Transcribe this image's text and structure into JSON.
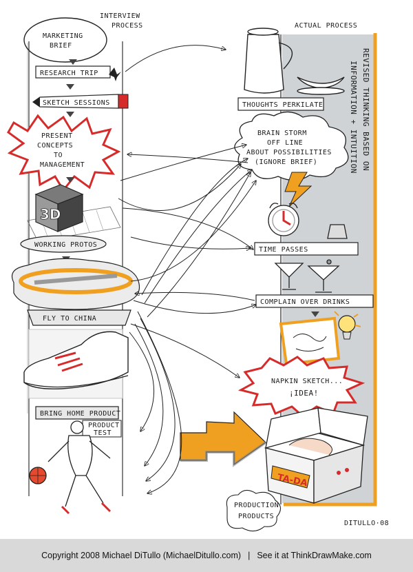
{
  "headings": {
    "interview": [
      "INTERVIEW",
      "PROCESS"
    ],
    "actual": "ACTUAL PROCESS",
    "revised": [
      "REVISED THINKING BASED ON",
      "INFORMATION + INTUITION"
    ]
  },
  "left_steps": {
    "marketing_brief": [
      "MARKETING",
      "BRIEF"
    ],
    "research_trip": "RESEARCH TRIP",
    "sketch_sessions": "SKETCH SESSIONS",
    "present_concepts": [
      "PRESENT",
      "CONCEPTS",
      "TO",
      "MANAGEMENT"
    ],
    "cube_label": "3D",
    "working_protos": "WORKING PROTOS",
    "fly_to_china": "FLY TO CHINA",
    "bring_home_product": "BRING HOME PRODUCT",
    "product_test": [
      "PRODUCT",
      "TEST"
    ]
  },
  "right_steps": {
    "thoughts_percolate": "THOUGHTS PERKILATE",
    "brainstorm": [
      "BRAIN STORM",
      "OFF LINE",
      "ABOUT POSSIBILITIES",
      "(IGNORE BRIEF)"
    ],
    "time_passes": "TIME PASSES",
    "complain": "COMPLAIN OVER DRINKS",
    "napkin": [
      "NAPKIN SKETCH...",
      "¡IDEA!"
    ]
  },
  "box": {
    "tada": "TA-DA",
    "production": [
      "PRODUCTION",
      "PRODUCTS"
    ]
  },
  "signature": "DITULLO·08",
  "footer": {
    "copyright": "Copyright 2008 Michael DiTullo (MichaelDitullo.com)",
    "separator": "|",
    "see_it": "See it at ThinkDrawMake.com"
  }
}
